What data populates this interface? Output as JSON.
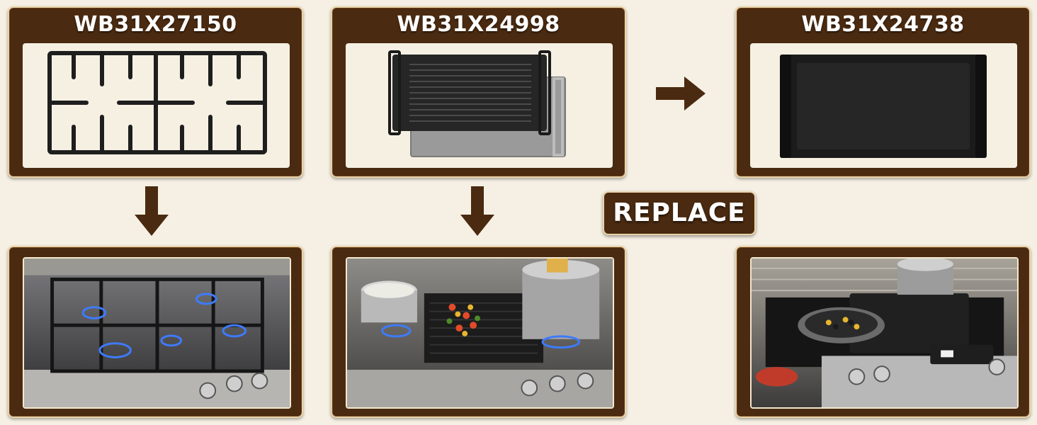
{
  "parts": [
    {
      "part_number": "WB31X27150",
      "image": "cast-iron-burner-grate",
      "scene": "gas-range-burners-lit"
    },
    {
      "part_number": "WB31X24998",
      "image": "reversible-grill-griddle",
      "scene": "griddle-on-range-with-pots"
    },
    {
      "part_number": "WB31X24738",
      "image": "cast-iron-griddle-plate",
      "scene": "griddle-on-range-with-pan"
    }
  ],
  "badge": {
    "label": "REPLACE"
  },
  "icons": {
    "down": "arrow-down-icon",
    "right": "arrow-right-icon"
  },
  "colors": {
    "card_bg": "#4a2a10",
    "card_border": "#e8d3a8",
    "page_bg": "#f6f0e4",
    "arrow": "#4a2a10",
    "title_text": "#ffffff"
  }
}
